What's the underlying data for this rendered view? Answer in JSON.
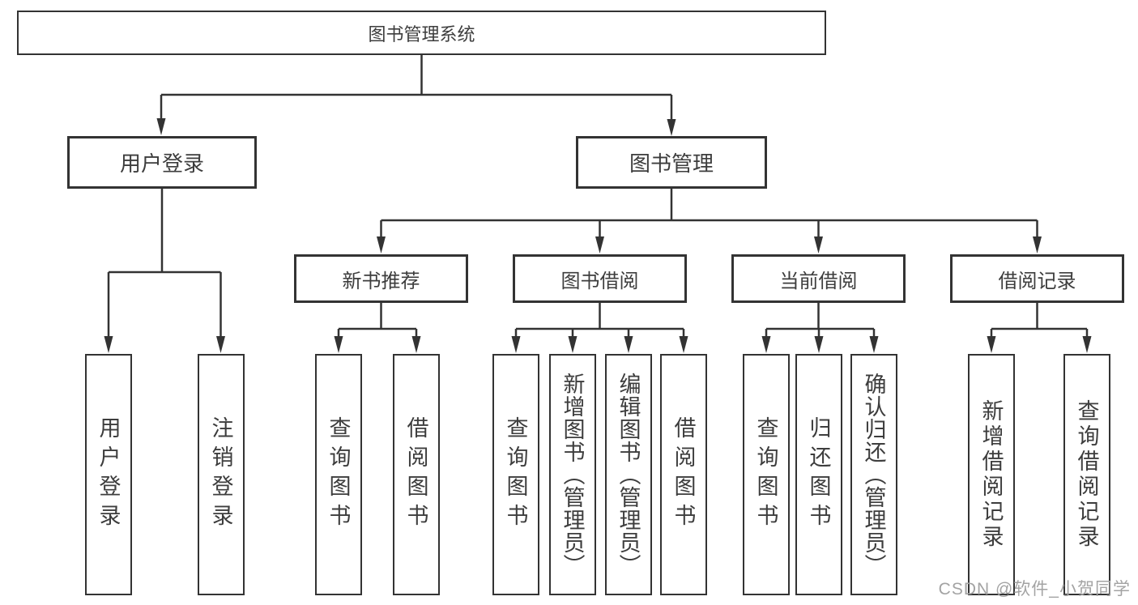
{
  "diagram": {
    "root": {
      "label": "图书管理系统"
    },
    "level2": [
      {
        "id": "user-login",
        "label": "用户登录"
      },
      {
        "id": "book-management",
        "label": "图书管理"
      }
    ],
    "level3": [
      {
        "id": "new-book-recommend",
        "label": "新书推荐",
        "parent": "book-management"
      },
      {
        "id": "book-borrow",
        "label": "图书借阅",
        "parent": "book-management"
      },
      {
        "id": "current-borrow",
        "label": "当前借阅",
        "parent": "book-management"
      },
      {
        "id": "borrow-records",
        "label": "借阅记录",
        "parent": "book-management"
      }
    ],
    "leaves": [
      {
        "id": "user-login-leaf",
        "label": "用户登录",
        "parent": "user-login"
      },
      {
        "id": "logout",
        "label": "注销登录",
        "parent": "user-login"
      },
      {
        "id": "search-books-recommend",
        "label": "查询图书",
        "parent": "new-book-recommend"
      },
      {
        "id": "borrow-books-recommend",
        "label": "借阅图书",
        "parent": "new-book-recommend"
      },
      {
        "id": "search-books-borrow",
        "label": "查询图书",
        "parent": "book-borrow"
      },
      {
        "id": "add-books-admin",
        "label": "新增图书（管理员）",
        "parent": "book-borrow"
      },
      {
        "id": "edit-books-admin",
        "label": "编辑图书（管理员）",
        "parent": "book-borrow"
      },
      {
        "id": "borrow-books",
        "label": "借阅图书",
        "parent": "book-borrow"
      },
      {
        "id": "search-books-current",
        "label": "查询图书",
        "parent": "current-borrow"
      },
      {
        "id": "return-books",
        "label": "归还图书",
        "parent": "current-borrow"
      },
      {
        "id": "confirm-return-admin",
        "label": "确认归还（管理员）",
        "parent": "current-borrow"
      },
      {
        "id": "add-borrow-record",
        "label": "新增借阅记录",
        "parent": "borrow-records"
      },
      {
        "id": "search-borrow-record",
        "label": "查询借阅记录",
        "parent": "borrow-records"
      }
    ]
  },
  "watermark": {
    "text": "CSDN @软件_小贺同学"
  },
  "colors": {
    "line": "#333333",
    "text": "#3d3d3d",
    "watermark": "#a3a3a3",
    "background": "#ffffff"
  }
}
